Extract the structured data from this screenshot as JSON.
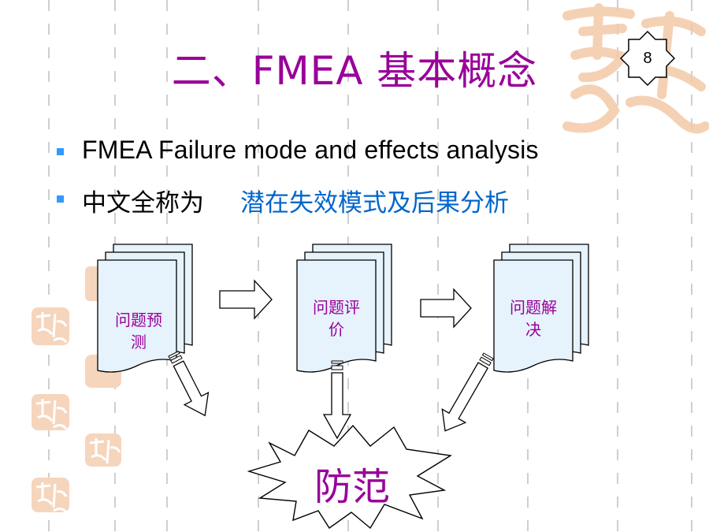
{
  "slide": {
    "title": "二、FMEA  基本概念",
    "page_number": "8",
    "bullets": [
      {
        "text": "FMEA   Failure mode and effects analysis"
      },
      {
        "label": "中文全称为",
        "emphasis": "潜在失效模式及后果分析"
      }
    ],
    "steps": [
      {
        "line1": "问题预",
        "line2": "测"
      },
      {
        "line1": "问题评",
        "line2": "价"
      },
      {
        "line1": "问题解",
        "line2": "决"
      }
    ],
    "result": "防范"
  },
  "colors": {
    "title": "#990099",
    "bullet_marker": "#3399ff",
    "emphasis": "#0066cc",
    "doc_fill": "#e6f2fc",
    "grid": "#cfcfcf",
    "seal": "#f4c9a8"
  }
}
